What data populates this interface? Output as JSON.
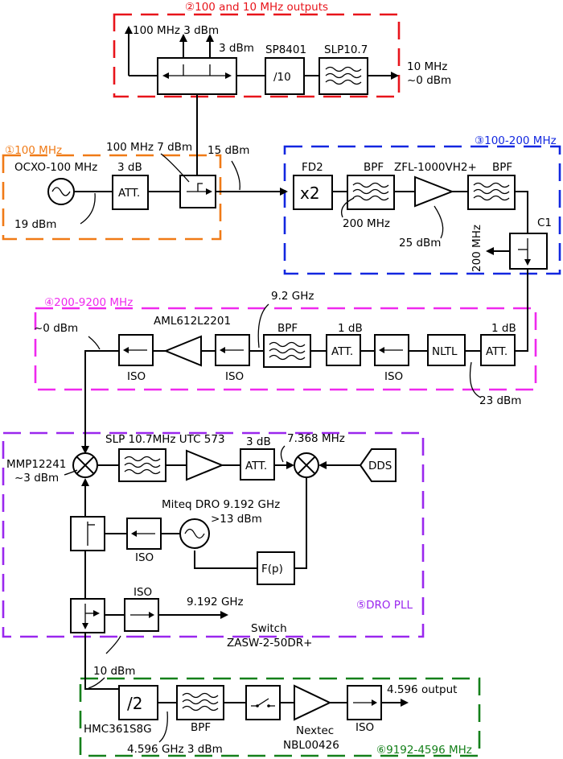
{
  "sections": [
    {
      "marker": "②",
      "title": "100 and 10 MHz outputs",
      "color": "#e8141b"
    },
    {
      "marker": "①",
      "title": "100 MHz",
      "color": "#f07a16"
    },
    {
      "marker": "③",
      "title": "100-200 MHz",
      "color": "#1227e0"
    },
    {
      "marker": "④",
      "title": "200-9200 MHz",
      "color": "#ef29ee"
    },
    {
      "marker": "⑤",
      "title": "DRO PLL",
      "color": "#9a27ee"
    },
    {
      "marker": "⑥",
      "title": "9192-4596 MHz",
      "color": "#14801a"
    }
  ],
  "blocks": {
    "att": "ATT.",
    "fd2": "FD2",
    "x2": "x2",
    "div10": "/10",
    "div2": "/2",
    "nltl": "NLTL",
    "dds": "DDS",
    "fp": "F(p)"
  },
  "labels": {
    "out_100mhz": "100 MHz 3 dBm",
    "dbm3": "3 dBm",
    "sp8401": "SP8401",
    "slp107": "SLP10.7",
    "out_10mhz": "10 MHz",
    "out_10mhz_level": "~0 dBm",
    "ocxo": "OCXO-100 MHz",
    "att_3db": "3 dB",
    "coupled_100mhz": "100 MHz 7 dBm",
    "dbm15": "15 dBm",
    "dbm19": "19 dBm",
    "bpf": "BPF",
    "zfl": "ZFL-1000VH2+",
    "mhz200": "200 MHz",
    "dbm25": "25 dBm",
    "c1": "C1",
    "mhz200_vert": "200 MHz",
    "zero_dbm": "~0 dBm",
    "aml": "AML612L2201",
    "ghz92": "9.2 GHz",
    "db1": "1 dB",
    "iso": "ISO",
    "dbm23": "23 dBm",
    "slp_utc": "SLP 10.7MHz UTC 573",
    "mhz7368": "7.368 MHz",
    "mmp": "MMP12241",
    "mmp_level": "~3 dBm",
    "miteq": "Miteq DRO 9.192 GHz",
    "miteq_level": ">13 dBm",
    "ghz9192": "9.192 GHz",
    "switch": "Switch",
    "zasw": "ZASW-2-50DR+",
    "dbm10": "10 dBm",
    "out_4596": "4.596 output",
    "hmc": "HMC361S8G",
    "ghz4596": "4.596 GHz 3 dBm",
    "nextec": "Nextec",
    "nbl": "NBL00426"
  }
}
